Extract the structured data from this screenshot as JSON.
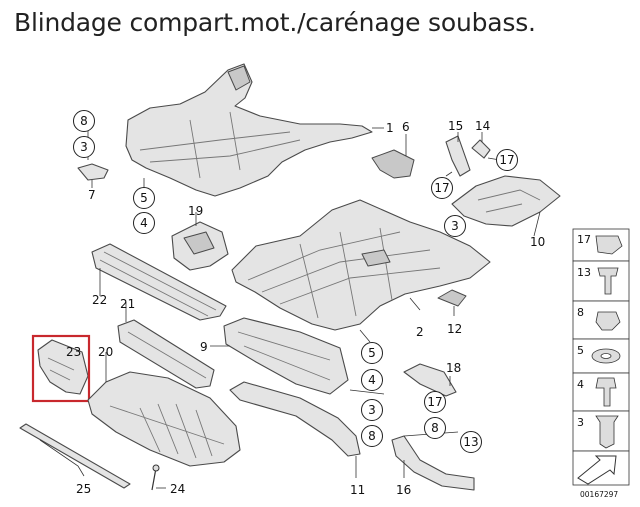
{
  "title": "Blindage compart.mot./carénage soubass.",
  "diagram_ref": "00167297",
  "callouts": {
    "p1": "1",
    "p2": "2",
    "p3a": "3",
    "p3b": "3",
    "p3c": "3",
    "p4a": "4",
    "p4b": "4",
    "p5a": "5",
    "p5b": "5",
    "p6": "6",
    "p7": "7",
    "p8a": "8",
    "p8b": "8",
    "p8c": "8",
    "p9": "9",
    "p10": "10",
    "p11": "11",
    "p12": "12",
    "p13": "13",
    "p14": "14",
    "p15": "15",
    "p16": "16",
    "p17a": "17",
    "p17b": "17",
    "p17c": "17",
    "p18": "18",
    "p19": "19",
    "p20": "20",
    "p21": "21",
    "p22": "22",
    "p23": "23",
    "p24": "24",
    "p25": "25"
  },
  "legend": [
    "17",
    "13",
    "8",
    "5",
    "4",
    "3"
  ],
  "highlight_color": "#c8282d"
}
